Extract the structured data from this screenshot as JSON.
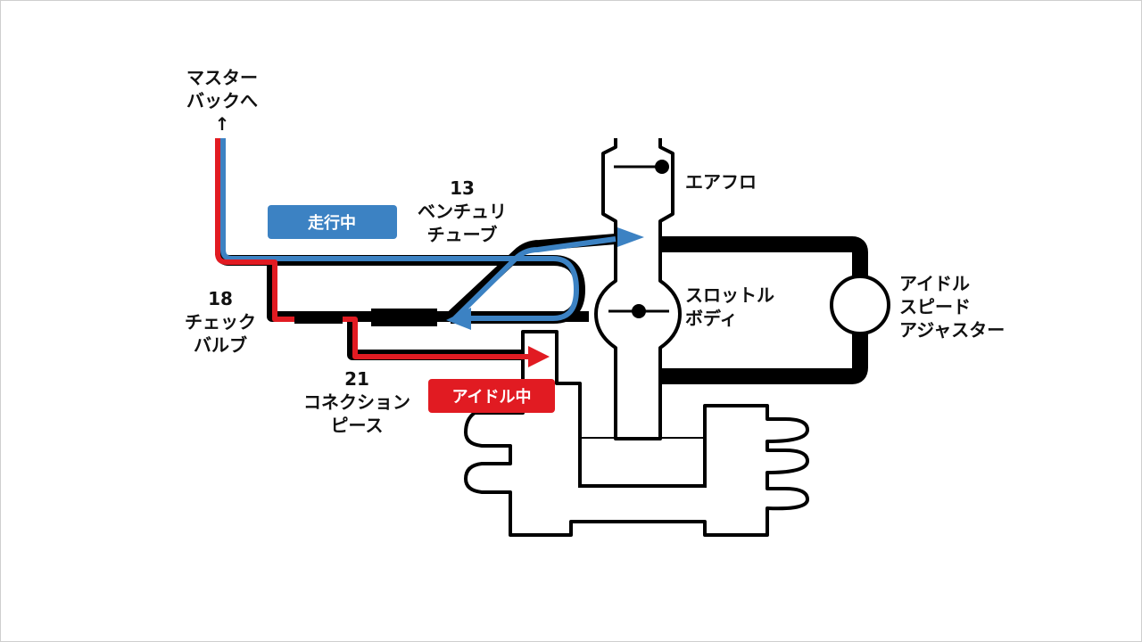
{
  "diagram": {
    "labels": {
      "master_back": [
        "マスター",
        "バックへ"
      ],
      "up_arrow": "↑",
      "venturi": [
        "13",
        "ベンチュリ",
        "チューブ"
      ],
      "airflow": "エアフロ",
      "throttle": [
        "スロットル",
        "ボディ"
      ],
      "isa": [
        "アイドル",
        "スピード",
        "アジャスター"
      ],
      "check_valve": [
        "18",
        "チェック",
        "バルブ"
      ],
      "connection": [
        "21",
        "コネクション",
        "ピース"
      ]
    },
    "badges": {
      "running": "走行中",
      "idle": "アイドル中"
    },
    "colors": {
      "running": "#3c82c3",
      "idle": "#e11b22",
      "outline": "#000000"
    }
  }
}
